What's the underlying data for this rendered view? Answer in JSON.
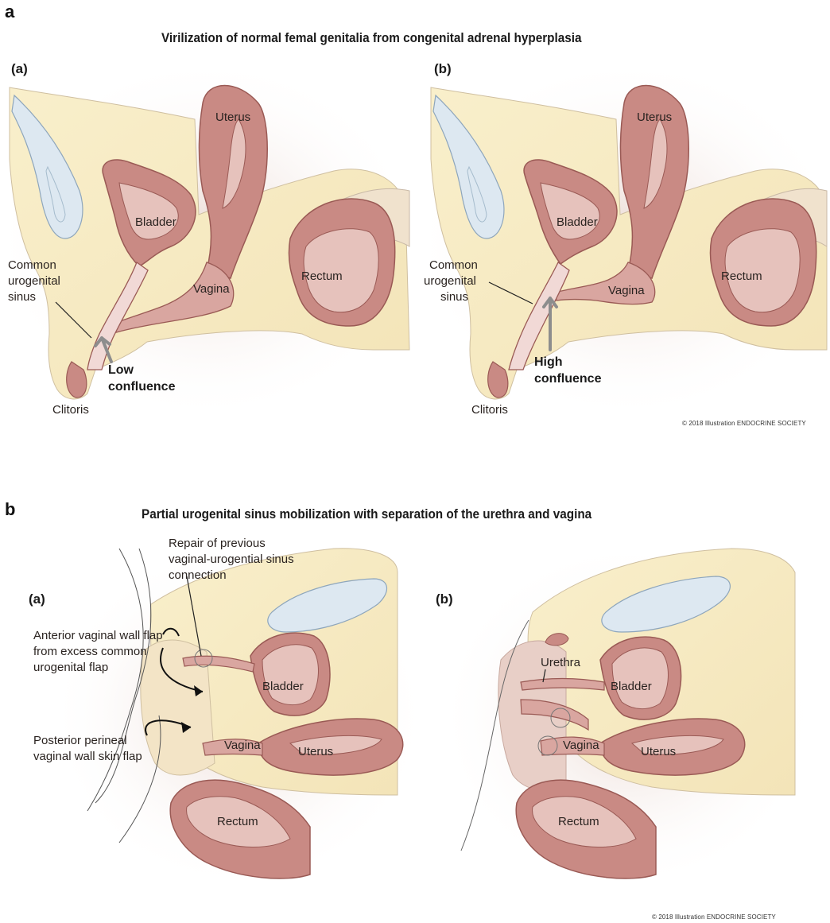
{
  "figure_a": {
    "letter": "a",
    "title": "Virilization of normal femal genitalia from congenital adrenal hyperplasia",
    "left": {
      "sub": "(a)",
      "uterus": "Uterus",
      "bladder": "Bladder",
      "rectum": "Rectum",
      "vagina": "Vagina",
      "common_1": "Common",
      "common_2": "urogenital",
      "common_3": "sinus",
      "confluence_1": "Low",
      "confluence_2": "confluence",
      "clitoris": "Clitoris"
    },
    "right": {
      "sub": "(b)",
      "uterus": "Uterus",
      "bladder": "Bladder",
      "rectum": "Rectum",
      "vagina": "Vagina",
      "common_1": "Common",
      "common_2": "urogenital",
      "common_3": "sinus",
      "confluence_1": "High",
      "confluence_2": "confluence",
      "clitoris": "Clitoris"
    },
    "copyright": "© 2018 Illustration ENDOCRINE SOCIETY"
  },
  "figure_b": {
    "letter": "b",
    "title": "Partial urogenital sinus mobilization with separation of the urethra and vagina",
    "left": {
      "sub": "(a)",
      "repair_1": "Repair of previous",
      "repair_2": "vaginal-urogential sinus",
      "repair_3": "connection",
      "anterior_1": "Anterior vaginal wall flap",
      "anterior_2": "from excess common",
      "anterior_3": "urogenital flap",
      "posterior_1": "Posterior perineal",
      "posterior_2": "vaginal wall skin flap",
      "bladder": "Bladder",
      "vagina": "Vagina",
      "uterus": "Uterus",
      "rectum": "Rectum"
    },
    "right": {
      "sub": "(b)",
      "urethra": "Urethra",
      "bladder": "Bladder",
      "vagina": "Vagina",
      "uterus": "Uterus",
      "rectum": "Rectum"
    },
    "copyright": "© 2018 Illustration ENDOCRINE SOCIETY"
  },
  "colors": {
    "tissue_fill": "#f7ecc4",
    "organ_fill": "#c98a84",
    "organ_stroke": "#9a5a55",
    "organ_inner": "#e6c2bc",
    "bone_fill": "#dde8f1",
    "shadow": "#e9dcd6"
  }
}
